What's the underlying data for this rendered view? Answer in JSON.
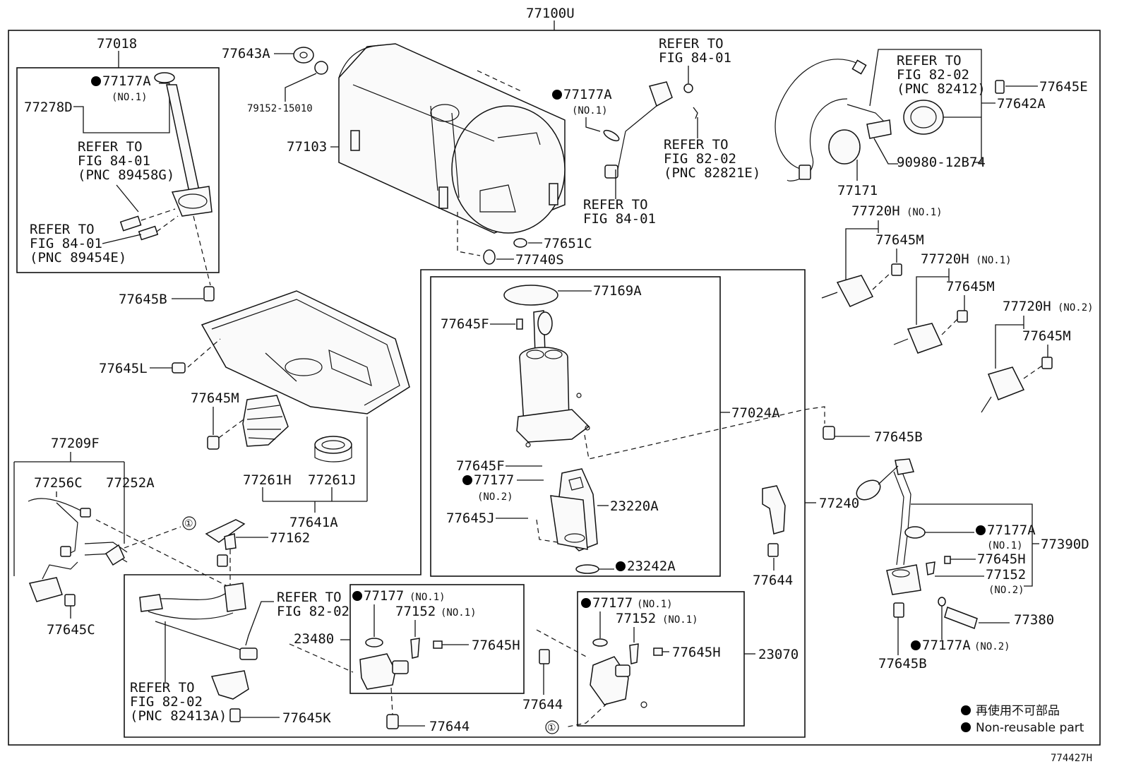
{
  "diagram": {
    "assembly_label": "77100U",
    "figure_id": "774427H",
    "legend": {
      "jp": "再使用不可部品",
      "en": "Non-reusable part"
    },
    "labels": {
      "p77018": "77018",
      "p77177A_1": "77177A",
      "p77177A_1_sub": "(NO.1)",
      "p77278D": "77278D",
      "ref_fig84_a": "REFER TO",
      "ref_fig84_a2": "FIG 84-01",
      "ref_fig84_a3": "(PNC 89458G)",
      "ref_fig84_b": "REFER TO",
      "ref_fig84_b2": "FIG 84-01",
      "ref_fig84_b3": "(PNC 89454E)",
      "p77645B_a": "77645B",
      "p77643A": "77643A",
      "p79152": "79152-15010",
      "p77103": "77103",
      "p77651C": "77651C",
      "p77740S": "77740S",
      "p77177A_2": "77177A",
      "p77177A_2_sub": "(NO.1)",
      "ref_top1": "REFER TO",
      "ref_top1b": "FIG 84-01",
      "ref_top2": "REFER TO",
      "ref_top2b": "FIG 82-02",
      "ref_top2c": "(PNC 82821E)",
      "ref_top3": "REFER TO",
      "ref_top3b": "FIG 84-01",
      "ref_tr": "REFER TO",
      "ref_trb": "FIG 82-02",
      "ref_trc": "(PNC 82412)",
      "p77645E": "77645E",
      "p77642A": "77642A",
      "p90980": "90980-12B74",
      "p77171": "77171",
      "p77720H_1": "77720H",
      "p77720H_1_sub": "(NO.1)",
      "p77645M_1": "77645M",
      "p77720H_2": "77720H",
      "p77720H_2_sub": "(NO.1)",
      "p77645M_2": "77645M",
      "p77720H_3": "77720H",
      "p77720H_3_sub": "(NO.2)",
      "p77645M_3": "77645M",
      "p77645L": "77645L",
      "p77645M_4": "77645M",
      "p77261H": "77261H",
      "p77261J": "77261J",
      "p77641A": "77641A",
      "p77209F": "77209F",
      "p77256C": "77256C",
      "p77252A": "77252A",
      "p77162": "77162",
      "p77645C": "77645C",
      "circle1": "①",
      "p77169A": "77169A",
      "p77645F_a": "77645F",
      "p77024A": "77024A",
      "p77645B_b": "77645B",
      "p77645F_b": "77645F",
      "p77177_2": "77177",
      "p77177_2_sub": "(NO.2)",
      "p23220A": "23220A",
      "p77645J": "77645J",
      "p23242A": "23242A",
      "p77240": "77240",
      "p77644_a": "77644",
      "p77177A_3": "77177A",
      "p77177A_3_sub": "(NO.1)",
      "p77390D": "77390D",
      "p77645H_a": "77645H",
      "p77152_a": "77152",
      "p77152_a_sub": "(NO.2)",
      "p77380": "77380",
      "p77177A_4": "77177A",
      "p77177A_4_sub": "(NO.2)",
      "p77645B_c": "77645B",
      "ref_bl": "REFER TO",
      "ref_blb": "FIG 82-02",
      "p23480": "23480",
      "p77177_1": "77177",
      "p77177_1_sub": "(NO.1)",
      "p77152_1": "77152",
      "p77152_1_sub": "(NO.1)",
      "p77645H_1": "77645H",
      "p77644_b": "77644",
      "p77644_c": "77644",
      "ref_bl2": "REFER TO",
      "ref_bl2b": "FIG 82-02",
      "ref_bl2c": "(PNC 82413A)",
      "p77645K": "77645K",
      "p77177_3": "77177",
      "p77177_3_sub": "(NO.1)",
      "p77152_3": "77152",
      "p77152_3_sub": "(NO.1)",
      "p77645H_3": "77645H",
      "p23070": "23070",
      "circle2": "①"
    }
  }
}
